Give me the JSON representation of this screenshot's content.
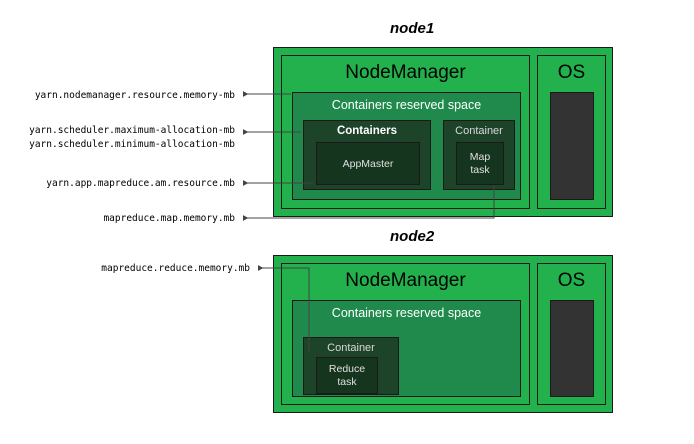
{
  "diagram": {
    "title_alt": "YARN memory configuration properties mapped to node containers",
    "colors": {
      "node_green": "#22b14c",
      "reserved_green": "#1f8a4c",
      "container_dark_green": "#1d4429",
      "task_green": "#16351f",
      "os_gray": "#333333",
      "outline": "#1a1a1a",
      "wire": "#555555",
      "text_dark": "#000000",
      "text_light": "#ffffff"
    }
  },
  "properties": [
    {
      "id": "nm-resource-memory",
      "text": "yarn.nodemanager.resource.memory-mb"
    },
    {
      "id": "sched-max-allocation",
      "text": "yarn.scheduler.maximum-allocation-mb"
    },
    {
      "id": "sched-min-allocation",
      "text": "yarn.scheduler.minimum-allocation-mb"
    },
    {
      "id": "am-resource-mb",
      "text": "yarn.app.mapreduce.am.resource.mb"
    },
    {
      "id": "map-memory-mb",
      "text": "mapreduce.map.memory.mb"
    },
    {
      "id": "reduce-memory-mb",
      "text": "mapreduce.reduce.memory.mb"
    }
  ],
  "node1": {
    "title": "node1",
    "nodemanager_label": "NodeManager",
    "os_label": "OS",
    "reserved_label": "Containers reserved space",
    "containers_label": "Containers",
    "appmaster_label": "AppMaster",
    "container_label": "Container",
    "map_task_line1": "Map",
    "map_task_line2": "task"
  },
  "node2": {
    "title": "node2",
    "nodemanager_label": "NodeManager",
    "os_label": "OS",
    "reserved_label": "Containers reserved space",
    "container_label": "Container",
    "reduce_task_line1": "Reduce",
    "reduce_task_line2": "task"
  }
}
